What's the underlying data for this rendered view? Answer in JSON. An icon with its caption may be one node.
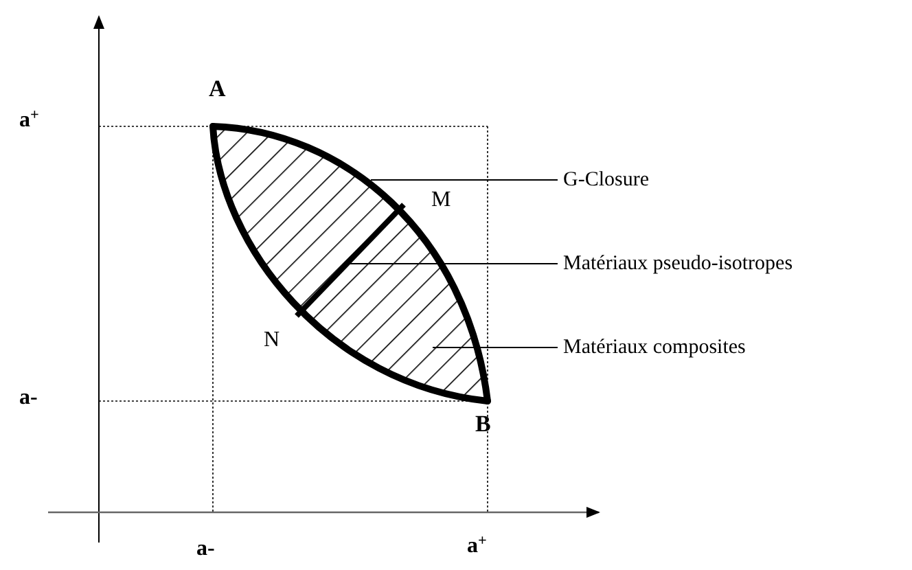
{
  "diagram": {
    "nodes": [
      {
        "text": [
          "G-Closure"
        ]
      },
      {
        "text": [
          "Matériaux pseudo-isotropes"
        ]
      },
      {
        "text": [
          "Matériaux composites"
        ]
      }
    ],
    "edges": [
      {
        "from": 0,
        "to": null,
        "arrow": "none"
      },
      {
        "from": 1,
        "to": null,
        "arrow": "none"
      },
      {
        "from": 2,
        "to": null,
        "arrow": "none"
      }
    ],
    "labels": [
      "A",
      "M",
      "N",
      "B",
      "a$^{+}$",
      "a-",
      "a-",
      "a$^{+}$"
    ]
  }
}
